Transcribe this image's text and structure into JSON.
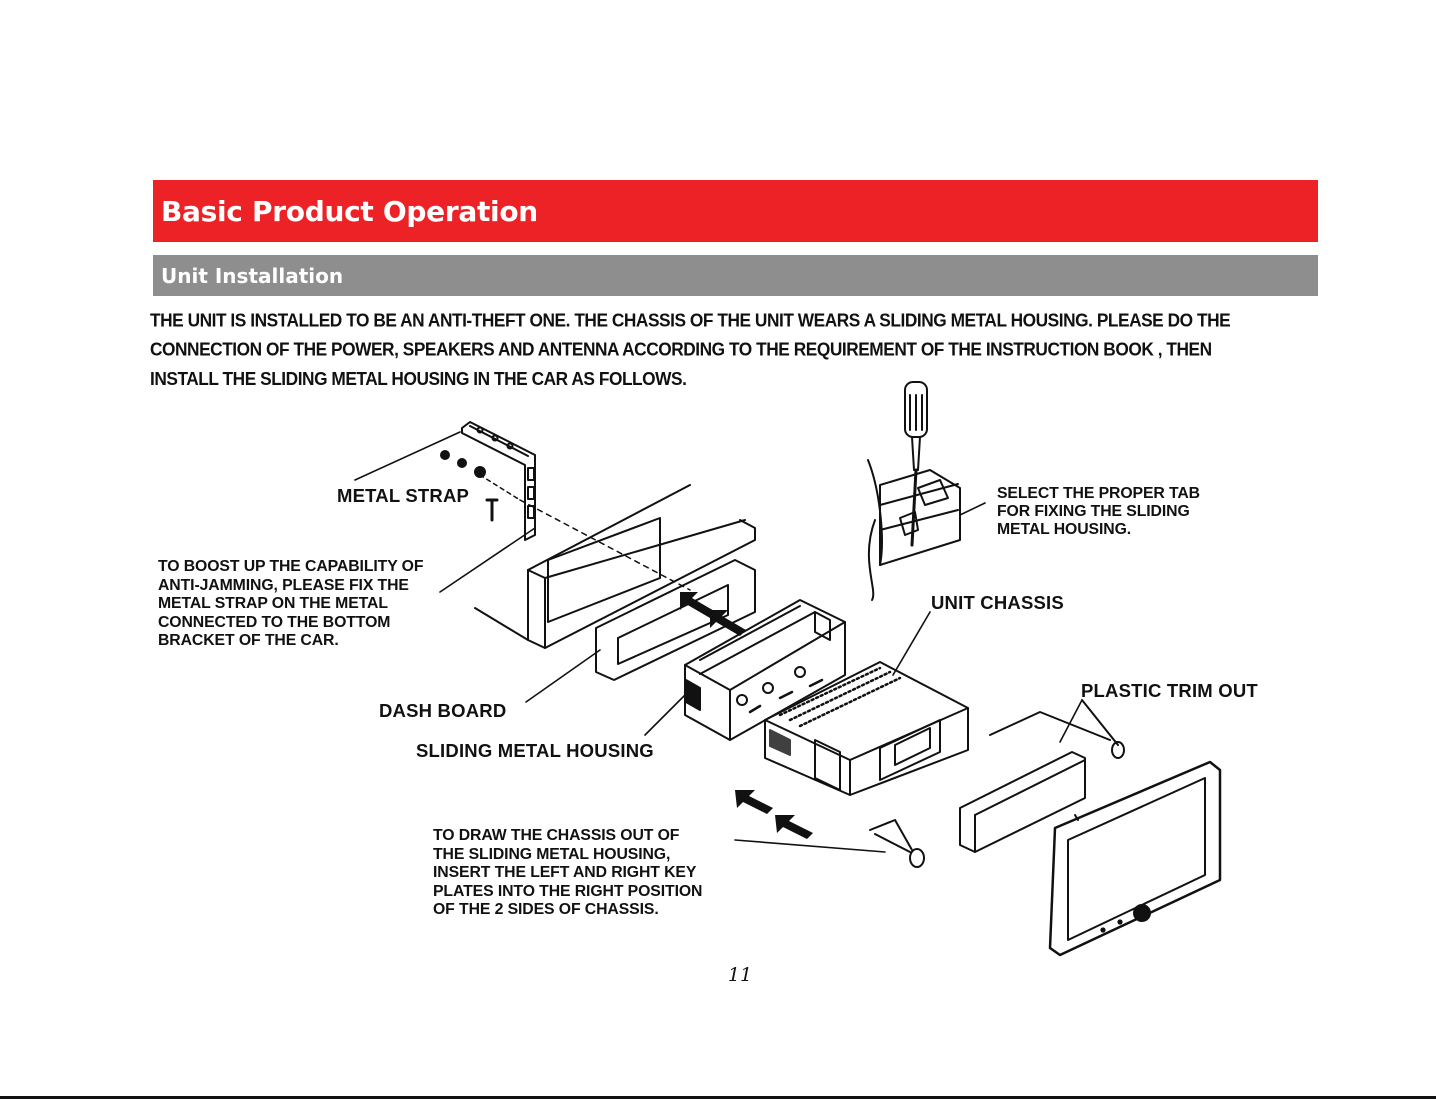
{
  "header": {
    "title": "Basic Product Operation"
  },
  "section": {
    "title": "Unit Installation"
  },
  "intro": {
    "line1": "THE UNIT IS INSTALLED TO BE AN ANTI-THEFT ONE. THE CHASSIS OF THE UNIT WEARS A SLIDING METAL HOUSING. PLEASE DO THE",
    "line2": "CONNECTION OF THE POWER, SPEAKERS AND ANTENNA ACCORDING TO THE REQUIREMENT OF THE INSTRUCTION BOOK , THEN",
    "line3": "INSTALL THE SLIDING METAL HOUSING IN THE CAR AS FOLLOWS."
  },
  "diagram": {
    "metal_strap": "METAL STRAP",
    "boost": [
      "TO BOOST UP THE CAPABILITY OF",
      "ANTI-JAMMING, PLEASE FIX THE",
      "METAL STRAP ON THE METAL",
      "CONNECTED TO THE BOTTOM",
      "BRACKET OF THE CAR."
    ],
    "dash_board": "DASH BOARD",
    "sliding_housing": "SLIDING METAL HOUSING",
    "select_tab": [
      "SELECT THE PROPER TAB",
      "FOR FIXING THE SLIDING",
      "METAL HOUSING."
    ],
    "unit_chassis": "UNIT CHASSIS",
    "plastic_trim": "PLASTIC TRIM OUT",
    "draw_chassis": [
      "TO DRAW THE CHASSIS OUT OF",
      "THE SLIDING METAL HOUSING,",
      "INSERT THE LEFT AND RIGHT KEY",
      "PLATES INTO THE RIGHT POSITION",
      "OF THE 2 SIDES OF CHASSIS."
    ]
  },
  "footer": {
    "page_number": "11"
  }
}
